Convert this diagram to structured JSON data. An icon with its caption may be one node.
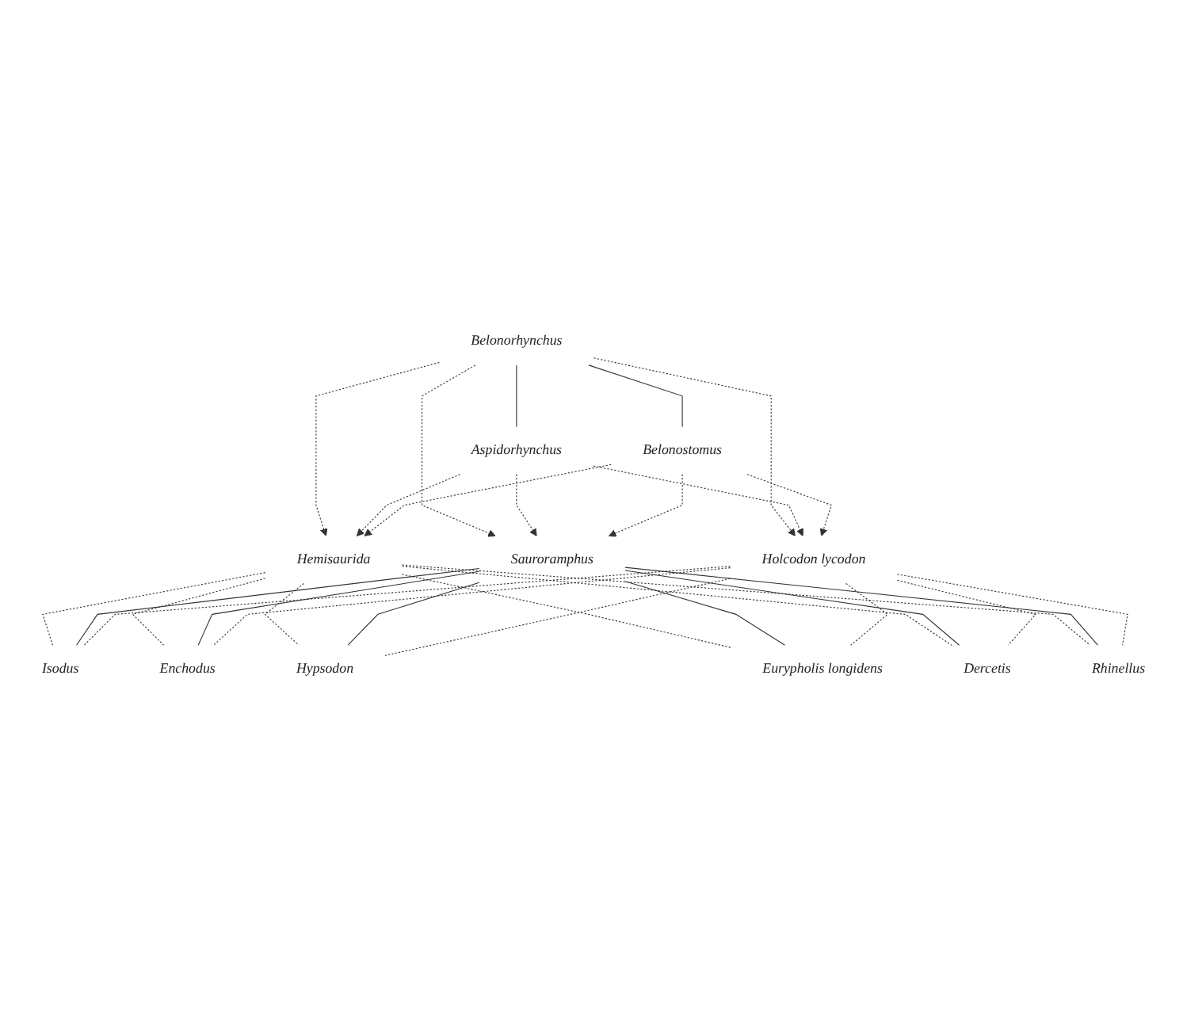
{
  "diagram": {
    "nodes": [
      {
        "text": [
          "Belonorhynchus"
        ]
      },
      {
        "text": [
          "Aspidorhynchus"
        ]
      },
      {
        "text": [
          "Belonostomus"
        ]
      },
      {
        "text": [
          "Hemisaurida"
        ]
      },
      {
        "text": [
          "Sauroramphus"
        ]
      },
      {
        "text": [
          "Holcodon lycodon"
        ]
      },
      {
        "text": [
          "Isodus"
        ]
      },
      {
        "text": [
          "Enchodus"
        ]
      },
      {
        "text": [
          "Hypsodon"
        ]
      },
      {
        "text": [
          "Eurypholis longidens"
        ]
      },
      {
        "text": [
          "Dercetis"
        ]
      },
      {
        "text": [
          "Rhinellus"
        ]
      }
    ],
    "edges": [
      {
        "from": 0,
        "to": 1,
        "arrow": "none"
      },
      {
        "from": 0,
        "to": 2,
        "arrow": "none"
      },
      {
        "from": 0,
        "to": 3,
        "arrow": "to",
        "style": "dashed"
      },
      {
        "from": 0,
        "to": 4,
        "arrow": "to",
        "style": "dashed"
      },
      {
        "from": 0,
        "to": 5,
        "arrow": "to",
        "style": "dashed"
      },
      {
        "from": 1,
        "to": 3,
        "arrow": "to",
        "style": "dashed"
      },
      {
        "from": 1,
        "to": 4,
        "arrow": "to",
        "style": "dashed"
      },
      {
        "from": 1,
        "to": 5,
        "arrow": "to",
        "style": "dashed"
      },
      {
        "from": 2,
        "to": 3,
        "arrow": "to",
        "style": "dashed"
      },
      {
        "from": 2,
        "to": 4,
        "arrow": "to",
        "style": "dashed"
      },
      {
        "from": 2,
        "to": 5,
        "arrow": "to",
        "style": "dashed"
      },
      {
        "from": 3,
        "to": 6,
        "arrow": "none",
        "style": "dashed"
      },
      {
        "from": 3,
        "to": 7,
        "arrow": "none",
        "style": "dashed"
      },
      {
        "from": 3,
        "to": 8,
        "arrow": "none",
        "style": "dashed"
      },
      {
        "from": 3,
        "to": 9,
        "arrow": "none",
        "style": "dashed"
      },
      {
        "from": 3,
        "to": 10,
        "arrow": "none",
        "style": "dashed"
      },
      {
        "from": 3,
        "to": 11,
        "arrow": "none",
        "style": "dashed"
      },
      {
        "from": 4,
        "to": 6,
        "arrow": "none"
      },
      {
        "from": 4,
        "to": 7,
        "arrow": "none"
      },
      {
        "from": 4,
        "to": 8,
        "arrow": "none"
      },
      {
        "from": 4,
        "to": 9,
        "arrow": "none"
      },
      {
        "from": 4,
        "to": 10,
        "arrow": "none"
      },
      {
        "from": 4,
        "to": 11,
        "arrow": "none"
      },
      {
        "from": 5,
        "to": 6,
        "arrow": "none",
        "style": "dashed"
      },
      {
        "from": 5,
        "to": 7,
        "arrow": "none",
        "style": "dashed"
      },
      {
        "from": 5,
        "to": 8,
        "arrow": "none",
        "style": "dashed"
      },
      {
        "from": 5,
        "to": 9,
        "arrow": "none",
        "style": "dashed"
      },
      {
        "from": 5,
        "to": 10,
        "arrow": "none",
        "style": "dashed"
      },
      {
        "from": 5,
        "to": 11,
        "arrow": "none",
        "style": "dashed"
      }
    ]
  }
}
